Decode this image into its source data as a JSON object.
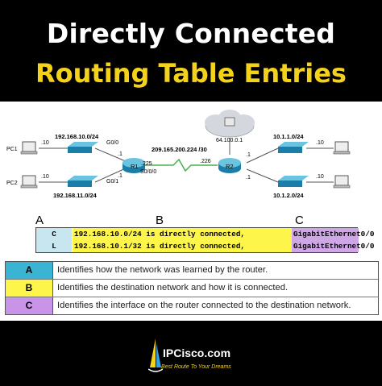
{
  "header": {
    "title_line1": "Directly Connected",
    "title_line2": "Routing Table Entries"
  },
  "topology": {
    "pc1_label": "PC1",
    "pc2_label": "PC2",
    "pc1_ip": ".10",
    "pc2_ip": ".10",
    "net_top_left": "192.168.10.0/24",
    "net_bottom_left": "192.168.11.0/24",
    "r1_if_top": "G0/0",
    "r1_if_bottom": "G0/1",
    "r1_dot_top": ".1",
    "r1_dot_bottom": ".1",
    "r1_label": "R1",
    "r1_serial_ip": ".225",
    "r1_serial_if": "S0/0/0",
    "wan_net": "209.165.200.224 /30",
    "r2_serial_ip": ".226",
    "r2_label": "R2",
    "cloud_ip": "64.100.0.1",
    "r2_dot_top": ".1",
    "r2_dot_bottom": ".1",
    "net_top_right": "10.1.1.0/24",
    "net_bottom_right": "10.1.2.0/24",
    "host_tr_ip": ".10",
    "host_br_ip": ".10"
  },
  "route_table": {
    "col_a": "A",
    "col_b": "B",
    "col_c": "C",
    "rows": [
      {
        "code": "C",
        "dest": "192.168.10.0/24 is directly connected,",
        "iface": "GigabitEthernet0/0"
      },
      {
        "code": "L",
        "dest": "192.168.10.1/32 is directly connected,",
        "iface": "GigabitEthernet0/0"
      }
    ]
  },
  "legend": [
    {
      "key": "A",
      "text": "Identifies how the network was learned by the router.",
      "color": "#3ab4d2"
    },
    {
      "key": "B",
      "text": "Identifies the destination network and how it is connected.",
      "color": "#fdf54a"
    },
    {
      "key": "C",
      "text": "Identifies the interface on the router connected to the destination network.",
      "color": "#c993e8"
    }
  ],
  "footer": {
    "brand": "IPCisco.com",
    "tagline": "Best Route To Your Dreams"
  }
}
